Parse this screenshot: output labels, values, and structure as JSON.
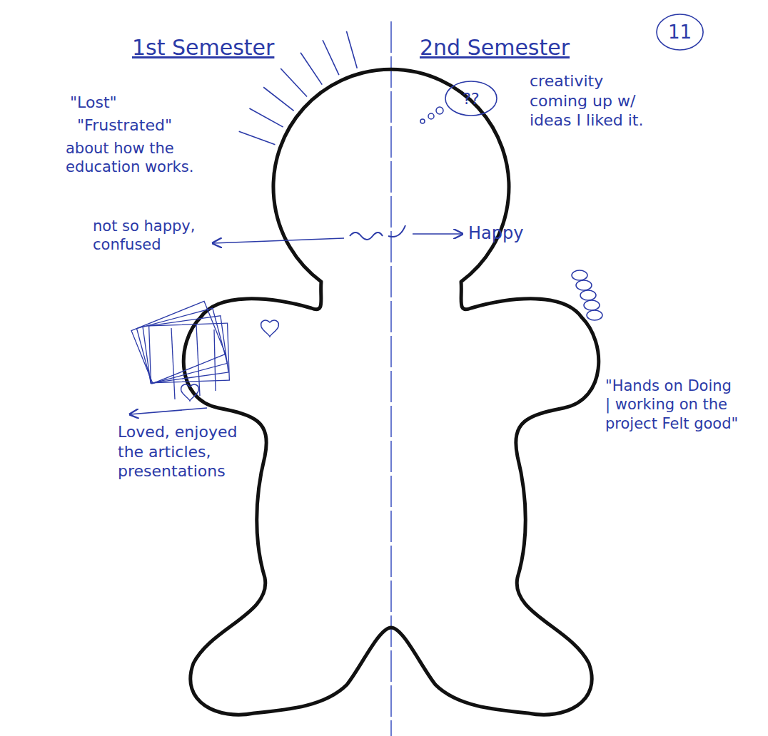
{
  "diagram": {
    "nodes": [
      {
        "text": [
          "11"
        ]
      },
      {
        "text": [
          "??"
        ]
      }
    ],
    "labels": [
      "1st Semester",
      "2nd Semester",
      "\"Lost\"",
      "\"Frustrated\"",
      "about how the education works.",
      "not so happy, confused",
      "Loved, enjoyed the articles, presentations",
      "creativity coming up w/ ideas I liked it.",
      "Happy",
      "\"Hands on Doing | working on the project Felt good\""
    ]
  }
}
